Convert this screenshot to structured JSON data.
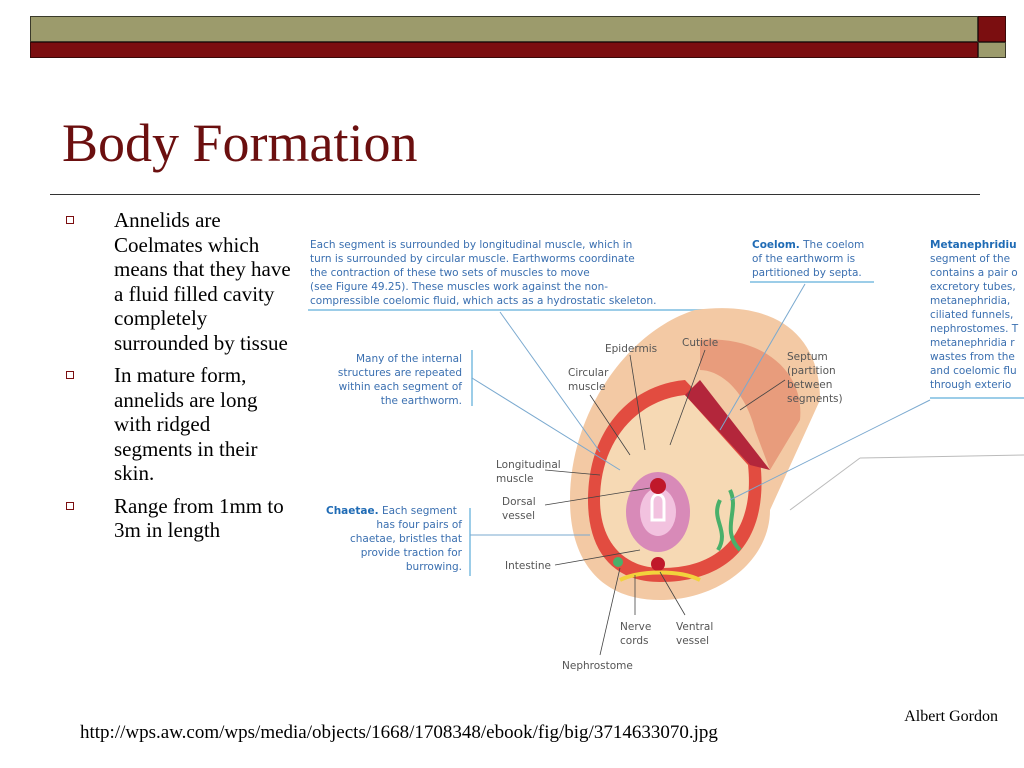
{
  "slide": {
    "title": "Body Formation",
    "author": "Albert Gordon",
    "url": "http://wps.aw.com/wps/media/objects/1668/1708348/ebook/fig/big/3714633070.jpg",
    "bullets": [
      "Annelids are Coelmates which means that they have a fluid filled cavity completely surrounded by tissue",
      "In mature form, annelids are long with ridged segments in their skin.",
      "Range from 1mm to 3m in length"
    ]
  },
  "figure": {
    "callout_top": [
      "Each segment is surrounded by longitudinal muscle, which in",
      "turn is surrounded by circular muscle. Earthworms coordinate",
      "the contraction of these two sets of muscles to move",
      "(see Figure 49.25). These muscles work against the non-",
      "compressible coelomic fluid, which acts as a hydrostatic skeleton."
    ],
    "coelom_head": "Coelom.",
    "coelom_text": [
      " The coelom",
      "of the earthworm is",
      "partitioned by septa."
    ],
    "metaneph_head": "Metanephridiu",
    "metaneph_text": [
      "segment of the",
      "contains a pair o",
      "excretory tubes,",
      "metanephridia,",
      "ciliated funnels,",
      "nephrostomes. T",
      "metanephridia r",
      "wastes from the",
      "and coelomic flu",
      "through exterio"
    ],
    "internal_text": [
      "Many of the internal",
      "structures are repeated",
      "within each segment of",
      "the earthworm."
    ],
    "chaetae_head": "Chaetae.",
    "chaetae_text": [
      " Each segment",
      "has four pairs of",
      "chaetae, bristles that",
      "provide traction for",
      "burrowing."
    ],
    "labels": {
      "epidermis": "Epidermis",
      "cuticle": "Cuticle",
      "circular": [
        "Circular",
        "muscle"
      ],
      "septum": [
        "Septum",
        "(partition",
        "between",
        "segments)"
      ],
      "longitudinal": [
        "Longitudinal",
        "muscle"
      ],
      "dorsal": [
        "Dorsal",
        "vessel"
      ],
      "intestine": "Intestine",
      "nerve": [
        "Nerve",
        "cords"
      ],
      "ventral": [
        "Ventral",
        "vessel"
      ],
      "nephrostome": "Nephrostome"
    }
  }
}
